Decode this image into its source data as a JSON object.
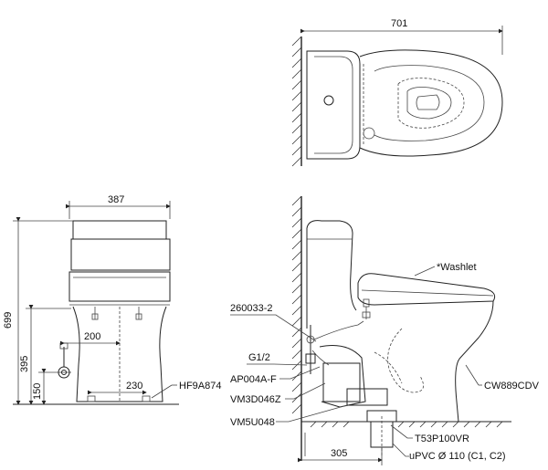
{
  "top_view": {
    "width_dim": "701"
  },
  "front_view": {
    "width_dim": "387",
    "height_dim": "699",
    "dim_395": "395",
    "dim_150": "150",
    "dim_200": "200",
    "dim_230": "230",
    "part_hf9a874": "HF9A874"
  },
  "side_view": {
    "washlet_label": "*Washlet",
    "part_260033": "260033-2",
    "part_g12": "G1/2",
    "part_ap004a": "AP004A-F",
    "part_vm3d046z": "VM3D046Z",
    "part_vm5u048": "VM5U048",
    "part_cw889cdv": "CW889CDV",
    "part_t53p100vr": "T53P100VR",
    "part_upvc": "uPVC Ø 110 (C1, C2)",
    "dim_305": "305"
  }
}
